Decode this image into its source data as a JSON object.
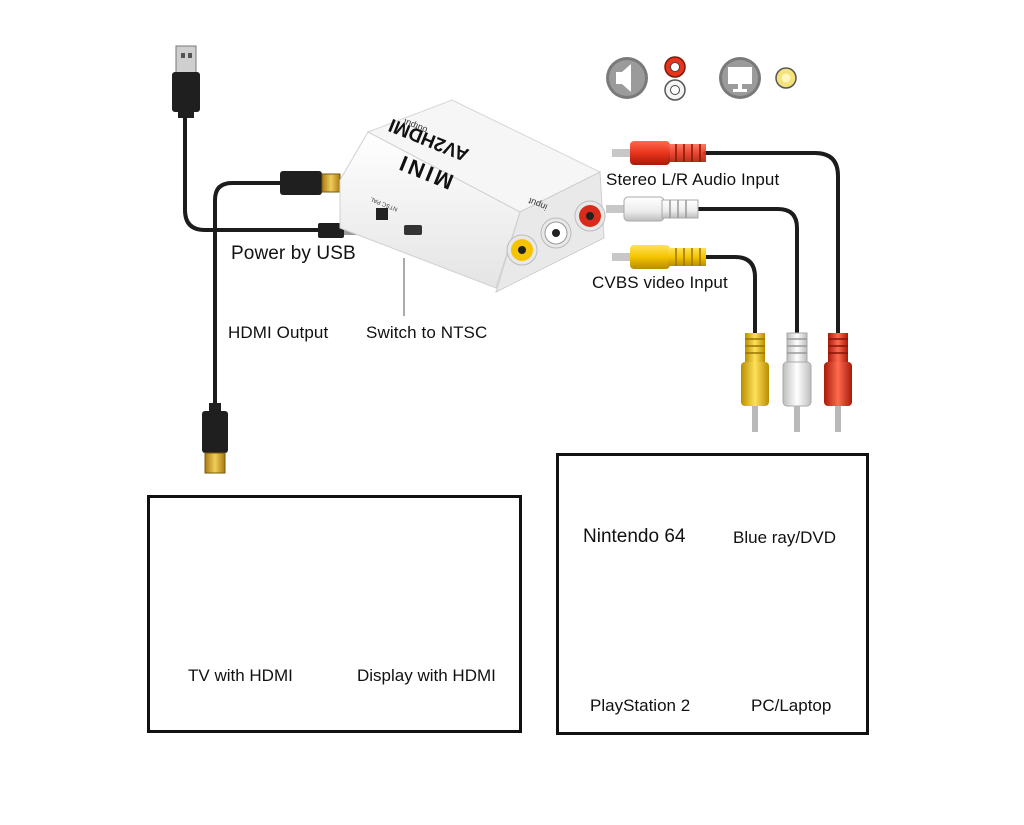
{
  "device": {
    "brand": "MINI",
    "model": "AV2HDMI",
    "port_output": "output",
    "port_input": "input",
    "switch_label": "NTSC PAL"
  },
  "callouts": {
    "power": "Power by USB",
    "hdmi_output": "HDMI Output",
    "switch": "Switch to NTSC",
    "audio": "Stereo L/R Audio Input",
    "video": "CVBS video Input"
  },
  "icons": [
    "speaker-icon",
    "rca-audio-jack-icon",
    "monitor-icon",
    "rca-video-jack-icon"
  ],
  "outputs_panel": {
    "items": [
      {
        "label": "TV with HDMI",
        "icon": "tv-icon"
      },
      {
        "label": "Display with HDMI",
        "icon": "display-icon"
      }
    ]
  },
  "sources_panel": {
    "items": [
      {
        "label": "Nintendo 64",
        "icon": "game-console-icon"
      },
      {
        "label": "Blue ray/DVD",
        "icon": "dvd-player-icon"
      },
      {
        "label": "PlayStation 2",
        "icon": "playstation-icon"
      },
      {
        "label": "PC/Laptop",
        "icon": "pc-icon"
      }
    ]
  },
  "colors": {
    "rca_red": "#e8341c",
    "rca_white": "#f4f4f4",
    "rca_yellow": "#f5c400",
    "cable": "#1c1c1c",
    "hdmi_gold": "#d9a92e",
    "device_body": "#f2f2f2"
  }
}
